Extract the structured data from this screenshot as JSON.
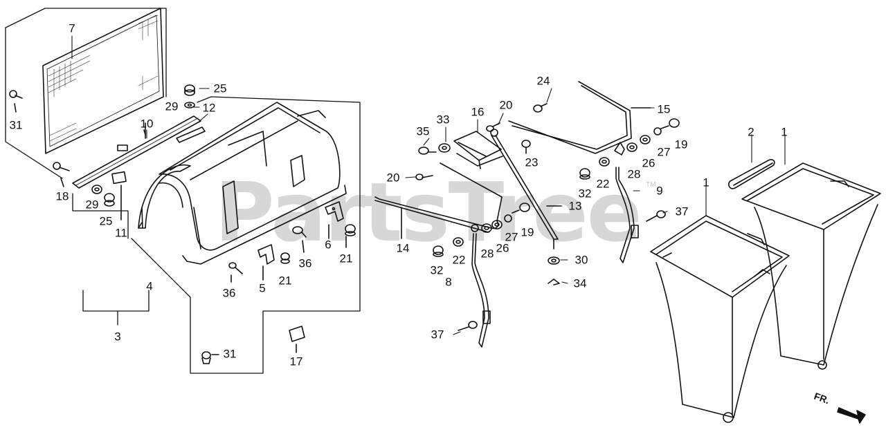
{
  "watermark": {
    "text": "PartsTree",
    "trademark": "TM"
  },
  "direction_marker": {
    "text": "FR."
  },
  "callouts": [
    {
      "id": "c7",
      "text": "7"
    },
    {
      "id": "c31a",
      "text": "31"
    },
    {
      "id": "c25a",
      "text": "25"
    },
    {
      "id": "c29a",
      "text": "29"
    },
    {
      "id": "c12",
      "text": "12"
    },
    {
      "id": "c10",
      "text": "10"
    },
    {
      "id": "c18",
      "text": "18"
    },
    {
      "id": "c29b",
      "text": "29"
    },
    {
      "id": "c25b",
      "text": "25"
    },
    {
      "id": "c11",
      "text": "11"
    },
    {
      "id": "c4",
      "text": "4"
    },
    {
      "id": "c3",
      "text": "3"
    },
    {
      "id": "c36a",
      "text": "36"
    },
    {
      "id": "c5",
      "text": "5"
    },
    {
      "id": "c21a",
      "text": "21"
    },
    {
      "id": "c36b",
      "text": "36"
    },
    {
      "id": "c6",
      "text": "6"
    },
    {
      "id": "c21b",
      "text": "21"
    },
    {
      "id": "c31b",
      "text": "31"
    },
    {
      "id": "c17",
      "text": "17"
    },
    {
      "id": "c24",
      "text": "24"
    },
    {
      "id": "c33",
      "text": "33"
    },
    {
      "id": "c16",
      "text": "16"
    },
    {
      "id": "c20a",
      "text": "20"
    },
    {
      "id": "c35",
      "text": "35"
    },
    {
      "id": "c15",
      "text": "15"
    },
    {
      "id": "c23",
      "text": "23"
    },
    {
      "id": "c20b",
      "text": "20"
    },
    {
      "id": "c19a",
      "text": "19"
    },
    {
      "id": "c27a",
      "text": "27"
    },
    {
      "id": "c26a",
      "text": "26"
    },
    {
      "id": "c28a",
      "text": "28"
    },
    {
      "id": "c22a",
      "text": "22"
    },
    {
      "id": "c32a",
      "text": "32"
    },
    {
      "id": "c9",
      "text": "9"
    },
    {
      "id": "c13",
      "text": "13"
    },
    {
      "id": "c14",
      "text": "14"
    },
    {
      "id": "c19b",
      "text": "19"
    },
    {
      "id": "c27b",
      "text": "27"
    },
    {
      "id": "c26b",
      "text": "26"
    },
    {
      "id": "c28b",
      "text": "28"
    },
    {
      "id": "c22b",
      "text": "22"
    },
    {
      "id": "c32b",
      "text": "32"
    },
    {
      "id": "c30",
      "text": "30"
    },
    {
      "id": "c34",
      "text": "34"
    },
    {
      "id": "c8",
      "text": "8"
    },
    {
      "id": "c37a",
      "text": "37"
    },
    {
      "id": "c37b",
      "text": "37"
    },
    {
      "id": "c2",
      "text": "2"
    },
    {
      "id": "c1a",
      "text": "1"
    },
    {
      "id": "c1b",
      "text": "1"
    }
  ]
}
